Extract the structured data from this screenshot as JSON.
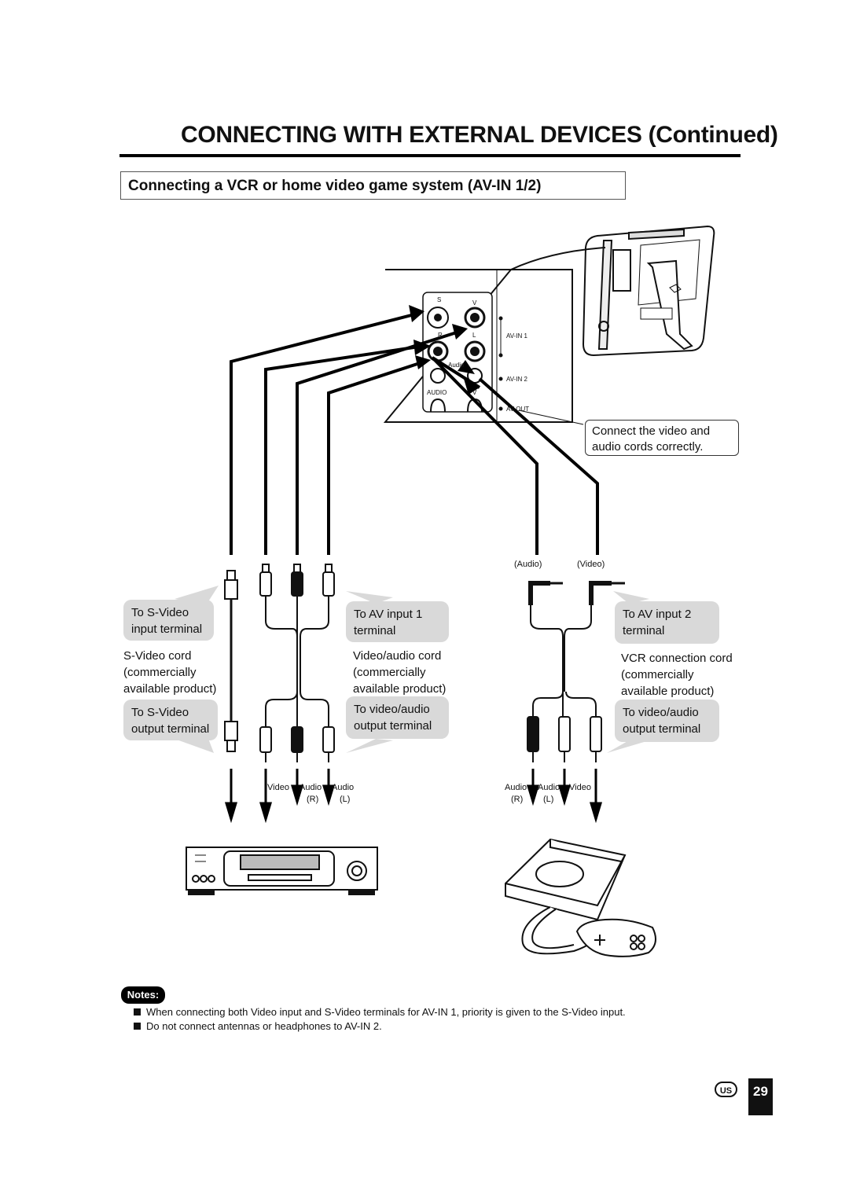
{
  "page": {
    "title": "CONNECTING WITH EXTERNAL DEVICES (Continued)",
    "section_title": "Connecting a VCR or home video game system (AV-IN 1/2)",
    "page_number": "29",
    "region_badge": "US"
  },
  "panel": {
    "jack_s": "S",
    "jack_v": "V",
    "jack_r": "R",
    "jack_l": "L",
    "audio_1": "Audio",
    "audio_2": "AUDIO",
    "jack_v2": "V",
    "av_in_1": "AV-IN 1",
    "av_in_2": "AV-IN 2",
    "av_out": "AV-OUT"
  },
  "callout": {
    "text": "Connect the video and audio cords correctly."
  },
  "left_group": {
    "svideo_input": "To S-Video input terminal",
    "svideo_cord": "S-Video cord (commercially available product)",
    "svideo_output": "To S-Video output terminal",
    "av_input_1": "To AV input 1 terminal",
    "video_audio_cord": "Video/audio cord (commercially available product)",
    "video_audio_output": "To video/audio output terminal",
    "plug_video": "Video",
    "plug_audio_r": "Audio",
    "plug_audio_r_sub": "(R)",
    "plug_audio_l": "Audio",
    "plug_audio_l_sub": "(L)"
  },
  "right_group": {
    "plug_audio_top": "(Audio)",
    "plug_video_top": "(Video)",
    "av_input_2": "To AV input 2 terminal",
    "vcr_connection_cord": "VCR connection cord (commercially available product)",
    "video_audio_output": "To video/audio output terminal",
    "plug_audio_r": "Audio",
    "plug_audio_r_sub": "(R)",
    "plug_audio_l": "Audio",
    "plug_audio_l_sub": "(L)",
    "plug_video": "Video"
  },
  "notes": {
    "badge": "Notes:",
    "items": [
      "When connecting both Video input and S-Video terminals for AV-IN 1, priority is given to the S-Video input.",
      "Do not connect antennas or headphones to AV-IN 2."
    ]
  },
  "colors": {
    "bubble_gray": "#d9d9d9",
    "ink": "#111111"
  }
}
